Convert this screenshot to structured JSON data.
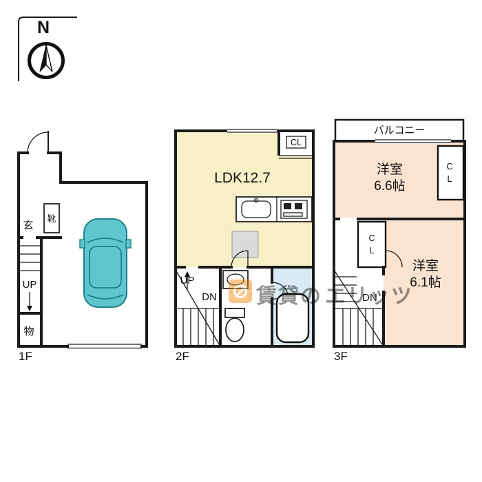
{
  "compass": {
    "north_label": "N"
  },
  "floor1": {
    "label": "1F",
    "entrance": "玄",
    "shoe_cabinet": "靴",
    "stairs_up": "UP",
    "storage": "物"
  },
  "floor2": {
    "label": "2F",
    "living": "LDK12.7",
    "closet": "CL",
    "stairs_up": "UP",
    "stairs_down": "DN"
  },
  "floor3": {
    "label": "3F",
    "balcony": "バルコニー",
    "room_a_name": "洋室",
    "room_a_size": "6.6帖",
    "room_b_name": "洋室",
    "room_b_size": "6.1帖",
    "closet_letters": [
      "C",
      "L"
    ],
    "stairs_down": "DN"
  },
  "watermark": {
    "prefix": "賃貸の",
    "brand": "エリッツ"
  },
  "colors": {
    "wall": "#1a1a1a",
    "ldk_fill": "#F7EFC6",
    "bedroom_fill": "#FAE3D0",
    "bath_fill": "#D8EBF5",
    "car_fill": "#5FC6CE",
    "car_outline": "#1F7F8C",
    "gray_square": "#DBDBDB",
    "watermark_orange": "#F08300",
    "watermark_gray": "#8F8F8F"
  }
}
